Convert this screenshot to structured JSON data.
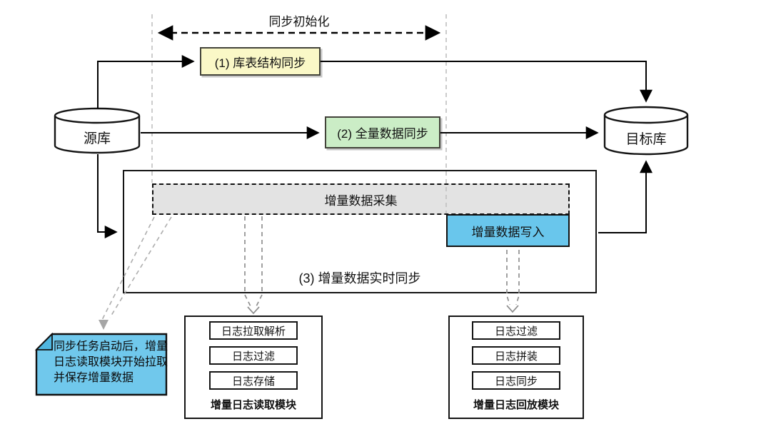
{
  "header": {
    "init_phase_label": "同步初始化"
  },
  "nodes": {
    "source_db": "源库",
    "target_db": "目标库",
    "step1_label": "(1) 库表结构同步",
    "step2_label": "(2) 全量数据同步",
    "step3_label": "(3) 增量数据实时同步",
    "capture_label": "增量数据采集",
    "write_label": "增量数据写入"
  },
  "reader_module": {
    "label": "增量日志读取模块",
    "steps": [
      "日志拉取解析",
      "日志过滤",
      "日志存储"
    ]
  },
  "replay_module": {
    "label": "增量日志回放模块",
    "steps": [
      "日志过滤",
      "日志拼装",
      "日志同步"
    ]
  },
  "note": {
    "full_text": "同步任务启动后，增量日志读取模块开始拉取并保存增量数据",
    "lines": [
      "同步任务启动后，增量",
      "日志读取模块开始拉取",
      "并保存增量数据"
    ]
  },
  "colors": {
    "step1_fill": "#FAF8C7",
    "step2_fill": "#CBEDC6",
    "write_fill": "#69C6EC",
    "note_fill": "#70C8EC",
    "capture_fill": "#E3E3E3",
    "connector": "#000000",
    "guide_gray": "#C0C0C0",
    "funnel_gray": "#8F8F8F"
  }
}
